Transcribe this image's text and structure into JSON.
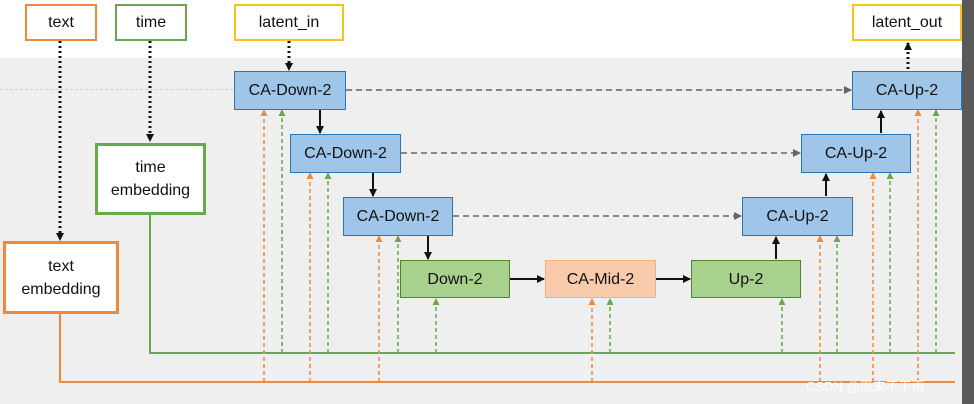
{
  "inputs": {
    "text": "text",
    "time": "time",
    "latent_in": "latent_in",
    "latent_out": "latent_out"
  },
  "embeddings": {
    "time_line1": "time",
    "time_line2": "embedding",
    "text_line1": "text",
    "text_line2": "embedding"
  },
  "unet": {
    "down_blocks": [
      "CA-Down-2",
      "CA-Down-2",
      "CA-Down-2",
      "Down-2"
    ],
    "mid_block": "CA-Mid-2",
    "up_blocks": [
      "Up-2",
      "CA-Up-2",
      "CA-Up-2",
      "CA-Up-2"
    ]
  },
  "watermark": "CSDN @周末不下雨",
  "colors": {
    "text_path": "#f08a3a",
    "time_path": "#6aa84f",
    "latent_box_border": "#f5c518",
    "ca_block_fill": "#9fc5e8",
    "plain_block_fill": "#a9d18e",
    "mid_block_fill": "#f8cbad",
    "skip_connection": "#666666"
  }
}
